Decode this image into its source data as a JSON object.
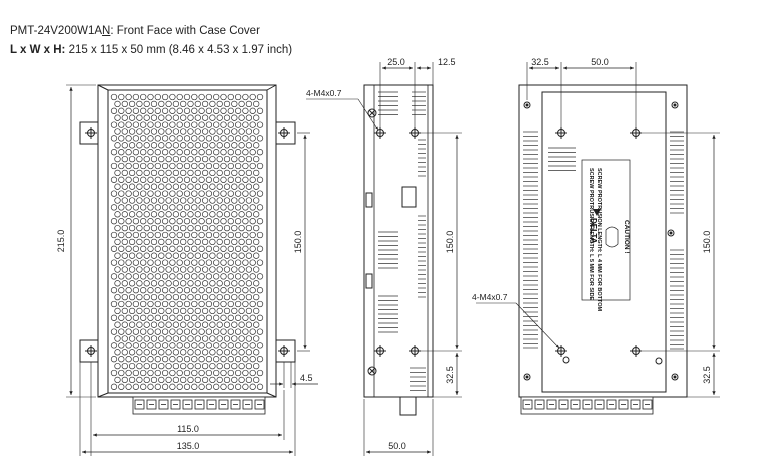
{
  "header": {
    "model_prefix": "PMT-24V200W1A",
    "model_underlined": "N",
    "model_suffix": ": Front Face with Case Cover",
    "size_label": "L x W x H:",
    "size_value": " 215 x 115 x 50 mm (8.46 x 4.53 x 1.97 inch)"
  },
  "front_view": {
    "dim_height": "215.0",
    "dim_mount_vertical": "150.0",
    "dim_tab_offset": "4.5",
    "dim_mount_horizontal": "115.0",
    "dim_overall_width": "135.0"
  },
  "side_view": {
    "dim_top_left": "25.0",
    "dim_top_right": "12.5",
    "screw_label": "4-M4x0.7",
    "dim_mount_vertical": "150.0",
    "dim_bottom_offset": "32.5",
    "dim_width": "50.0"
  },
  "rear_view": {
    "dim_top_left": "32.5",
    "dim_top_right": "50.0",
    "screw_label": "4-M4x0.7",
    "dim_mount_vertical": "150.0",
    "dim_bottom_offset": "32.5",
    "brand": "DELTA",
    "caution_title": "CAUTION !",
    "caution_line1": "SCREW PROTRUSION LENGTH: L 4 MM FOR BOTTOM",
    "caution_line2": "SCREW PROTRUSION LENGTH: L 5 MM FOR SIDE"
  }
}
